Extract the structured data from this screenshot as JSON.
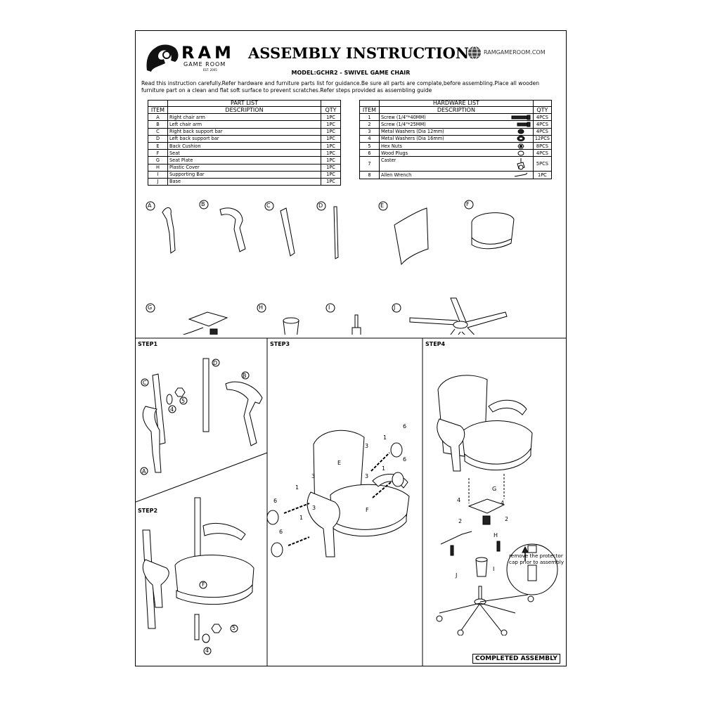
{
  "header": {
    "logo_word": "RAM",
    "logo_sub": "GAME ROOM",
    "logo_est": "EST. 2005",
    "title": "ASSEMBLY INSTRUCTIONS",
    "website": "RAMGAMEROOM.COM",
    "model": "MODEL:GCHR2 - SWIVEL GAME CHAIR",
    "intro": "Read this instruction carefully.Refer hardware and furniture parts list for guidance.Be sure all parts are complate,before assembling.Place all wooden furniture part on a clean and flat soft surface to prevent scratches.Refer steps provided as assembling guide"
  },
  "part_list": {
    "title": "PART LIST",
    "col_item": "ITEM",
    "col_desc": "DESCRIPTION",
    "col_qty": "QTY",
    "rows": [
      {
        "item": "A",
        "desc": "Right chair arm",
        "qty": "1PC"
      },
      {
        "item": "B",
        "desc": "Left chair arm",
        "qty": "1PC"
      },
      {
        "item": "C",
        "desc": "Right back support bar",
        "qty": "1PC"
      },
      {
        "item": "D",
        "desc": "Left back support bar",
        "qty": "1PC"
      },
      {
        "item": "E",
        "desc": "Back Cushion",
        "qty": "1PC"
      },
      {
        "item": "F",
        "desc": "Seat",
        "qty": "1PC"
      },
      {
        "item": "G",
        "desc": "Seat Plate",
        "qty": "1PC"
      },
      {
        "item": "H",
        "desc": "Plastic Cover",
        "qty": "1PC"
      },
      {
        "item": "I",
        "desc": "Supporting Bar",
        "qty": "1PC"
      },
      {
        "item": "J",
        "desc": "Base",
        "qty": "1PC"
      }
    ]
  },
  "hardware_list": {
    "title": "HARDWARE  LIST",
    "col_item": "ITEM",
    "col_desc": "DESCRIPTION",
    "col_qty": "QTY",
    "rows": [
      {
        "item": "1",
        "desc": "Screw (1/4\"*40MM)",
        "qty": "4PCS",
        "icon": "long-screw-icon"
      },
      {
        "item": "2",
        "desc": "Screw (1/4\"*25MM)",
        "qty": "4PCS",
        "icon": "short-screw-icon"
      },
      {
        "item": "3",
        "desc": "Metal Washers (Dia 12mm)",
        "qty": "4PCS",
        "icon": "small-washer-icon"
      },
      {
        "item": "4",
        "desc": "Metal Washers (Dia 16mm)",
        "qty": "12PCS",
        "icon": "large-washer-icon"
      },
      {
        "item": "5",
        "desc": "Hex Nuts",
        "qty": "8PCS",
        "icon": "hex-nut-icon"
      },
      {
        "item": "6",
        "desc": "Wood Plugs",
        "qty": "4PCS",
        "icon": "wood-plug-icon"
      },
      {
        "item": "7",
        "desc": "Caster",
        "qty": "5PCS",
        "icon": "caster-icon"
      },
      {
        "item": "8",
        "desc": "Allen Wrench",
        "qty": "1PC",
        "icon": "allen-wrench-icon"
      }
    ]
  },
  "parts": {
    "A": "A",
    "B": "B",
    "C": "C",
    "D": "D",
    "E": "E",
    "F": "F",
    "G": "G",
    "H": "H",
    "I": "I",
    "J": "J"
  },
  "steps": {
    "step1": "STEP1",
    "step2": "STEP2",
    "step3": "STEP3",
    "step4": "STEP4",
    "protector_note": "remove the protector cap prior to assembly",
    "completed": "COMPLETED ASSEMBLY"
  },
  "callouts": {
    "n1": "1",
    "n2": "2",
    "n3": "3",
    "n4": "4",
    "n5": "5",
    "n6": "6"
  }
}
